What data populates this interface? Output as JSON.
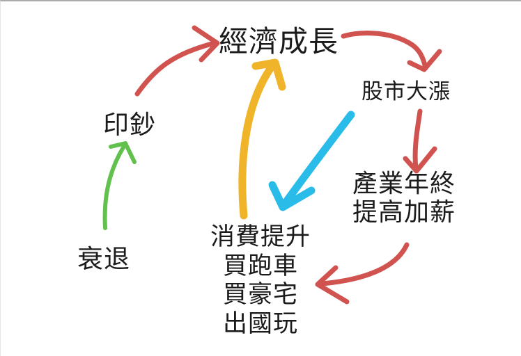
{
  "diagram": {
    "title": "hand-drawn economic cycle flowchart",
    "colors": {
      "red": "#d05350",
      "yellow": "#f0b42a",
      "blue": "#29bce9",
      "green": "#62c04c",
      "text": "#1b1b1b",
      "background": "#ffffff"
    },
    "nodes": {
      "growth": "經濟成長",
      "stock_surge": "股市大漲",
      "industry_line1": "產業年終",
      "industry_line2": "提高加薪",
      "consumption_line1": "消費提升",
      "consumption_line2": "買跑車",
      "consumption_line3": "買豪宅",
      "consumption_line4": "出國玩",
      "print_money": "印鈔",
      "recession": "衰退"
    },
    "arrows": [
      {
        "name": "recession-to-print-money",
        "color": "green"
      },
      {
        "name": "print-money-to-growth",
        "color": "red"
      },
      {
        "name": "growth-to-stock-surge",
        "color": "red"
      },
      {
        "name": "stock-surge-to-bonus",
        "color": "red"
      },
      {
        "name": "bonus-to-consumption",
        "color": "red"
      },
      {
        "name": "consumption-to-growth",
        "color": "yellow"
      },
      {
        "name": "stock-surge-to-consumption",
        "color": "blue"
      }
    ]
  }
}
